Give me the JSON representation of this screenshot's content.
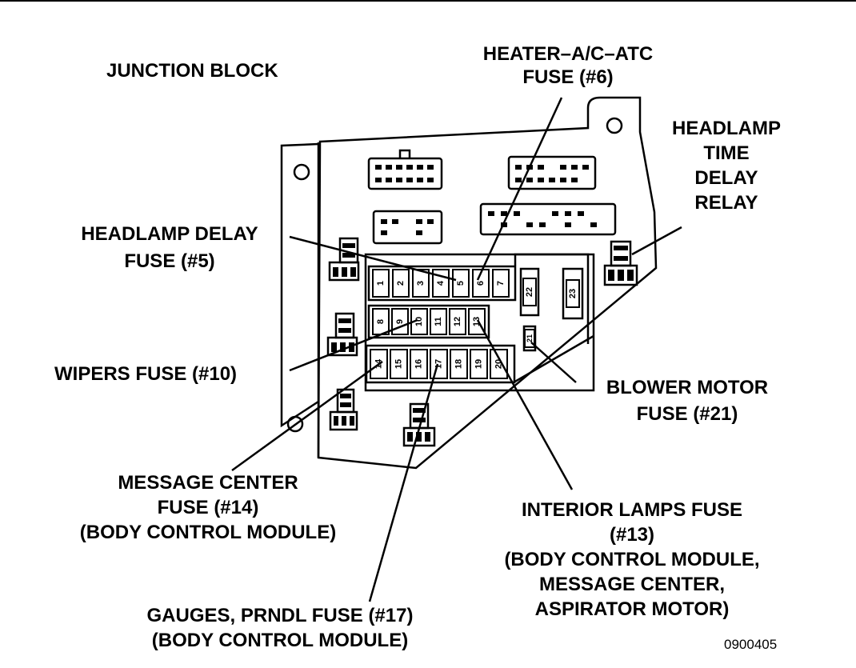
{
  "diagram": {
    "title": "JUNCTION BLOCK",
    "reference": "0900405",
    "callouts": {
      "heater": [
        "HEATER–A/C–ATC",
        "FUSE (#6)"
      ],
      "headlamp_relay": [
        "HEADLAMP",
        "TIME",
        "DELAY",
        "RELAY"
      ],
      "headlamp_delay": [
        "HEADLAMP DELAY",
        "FUSE (#5)"
      ],
      "wipers": [
        "WIPERS FUSE (#10)"
      ],
      "blower": [
        "BLOWER MOTOR",
        "FUSE (#21)"
      ],
      "message_center": [
        "MESSAGE CENTER",
        "FUSE (#14)",
        "(BODY CONTROL MODULE)"
      ],
      "interior_lamps": [
        "INTERIOR LAMPS FUSE",
        "(#13)",
        "(BODY CONTROL MODULE,",
        "MESSAGE CENTER,",
        "ASPIRATOR MOTOR)"
      ],
      "gauges": [
        "GAUGES, PRNDL FUSE (#17)",
        "(BODY CONTROL MODULE)"
      ]
    },
    "fuses": {
      "row1": [
        "1",
        "2",
        "3",
        "4",
        "5",
        "6",
        "7"
      ],
      "row2": [
        "8",
        "9",
        "10",
        "11",
        "12",
        "13"
      ],
      "row3": [
        "14",
        "15",
        "16",
        "17",
        "18",
        "19",
        "20"
      ],
      "maxi": [
        "22",
        "23"
      ],
      "small": "21"
    }
  }
}
